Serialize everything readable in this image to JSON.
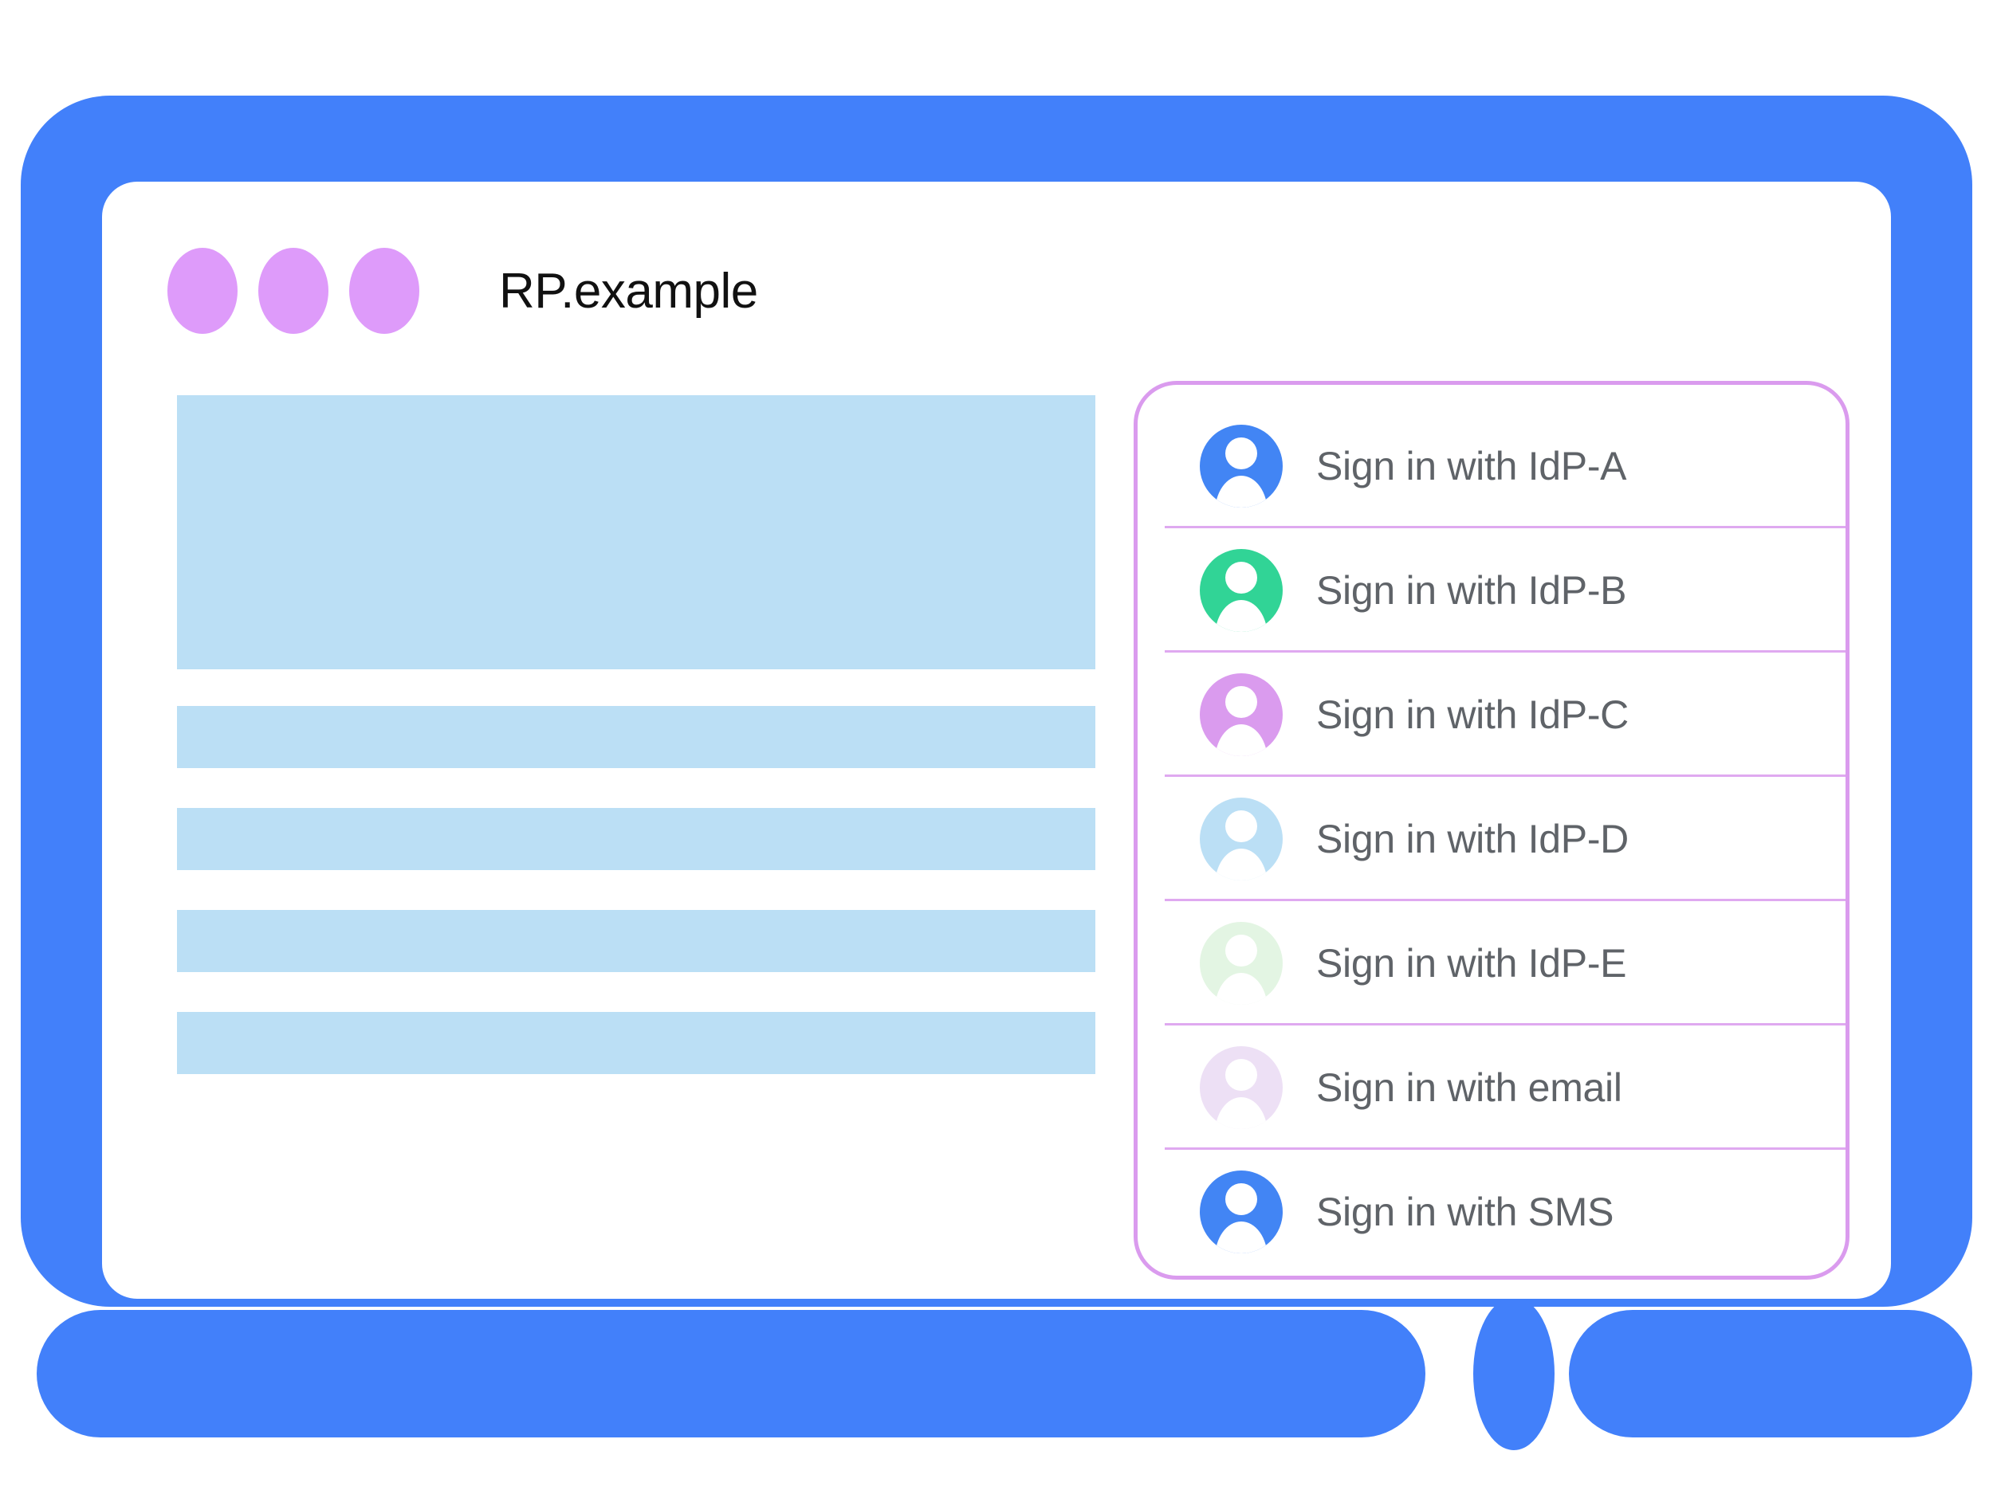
{
  "window": {
    "title": "RP.example",
    "traffic_dots": [
      "dot-1",
      "dot-2",
      "dot-3"
    ],
    "frame_color": "#4280FA",
    "dot_color": "#DE9BFA"
  },
  "page_content": {
    "skeleton_color": "#BBDFF5",
    "blocks": [
      {
        "name": "hero-placeholder",
        "kind": "hero"
      },
      {
        "name": "text-line-placeholder-1",
        "kind": "bar"
      },
      {
        "name": "text-line-placeholder-2",
        "kind": "bar"
      },
      {
        "name": "text-line-placeholder-3",
        "kind": "bar"
      },
      {
        "name": "text-line-placeholder-4",
        "kind": "bar"
      }
    ]
  },
  "account_chooser": {
    "border_color": "#DA9BEE",
    "divider_color": "#DFA9F0",
    "label_color": "#5F6368",
    "items": [
      {
        "label": "Sign in with IdP-A",
        "icon": "account-avatar-icon",
        "color": "#4285F4"
      },
      {
        "label": "Sign in with IdP-B",
        "icon": "account-avatar-icon",
        "color": "#31D496"
      },
      {
        "label": "Sign in with IdP-C",
        "icon": "account-avatar-icon",
        "color": "#DA9BEE"
      },
      {
        "label": "Sign in with IdP-D",
        "icon": "account-avatar-icon",
        "color": "#BBDFF5"
      },
      {
        "label": "Sign in with IdP-E",
        "icon": "account-avatar-icon",
        "color": "#E3F5E3"
      },
      {
        "label": "Sign in with email",
        "icon": "account-avatar-icon",
        "color": "#EDE0F5"
      },
      {
        "label": "Sign in with SMS",
        "icon": "account-avatar-icon",
        "color": "#4285F4"
      }
    ]
  }
}
